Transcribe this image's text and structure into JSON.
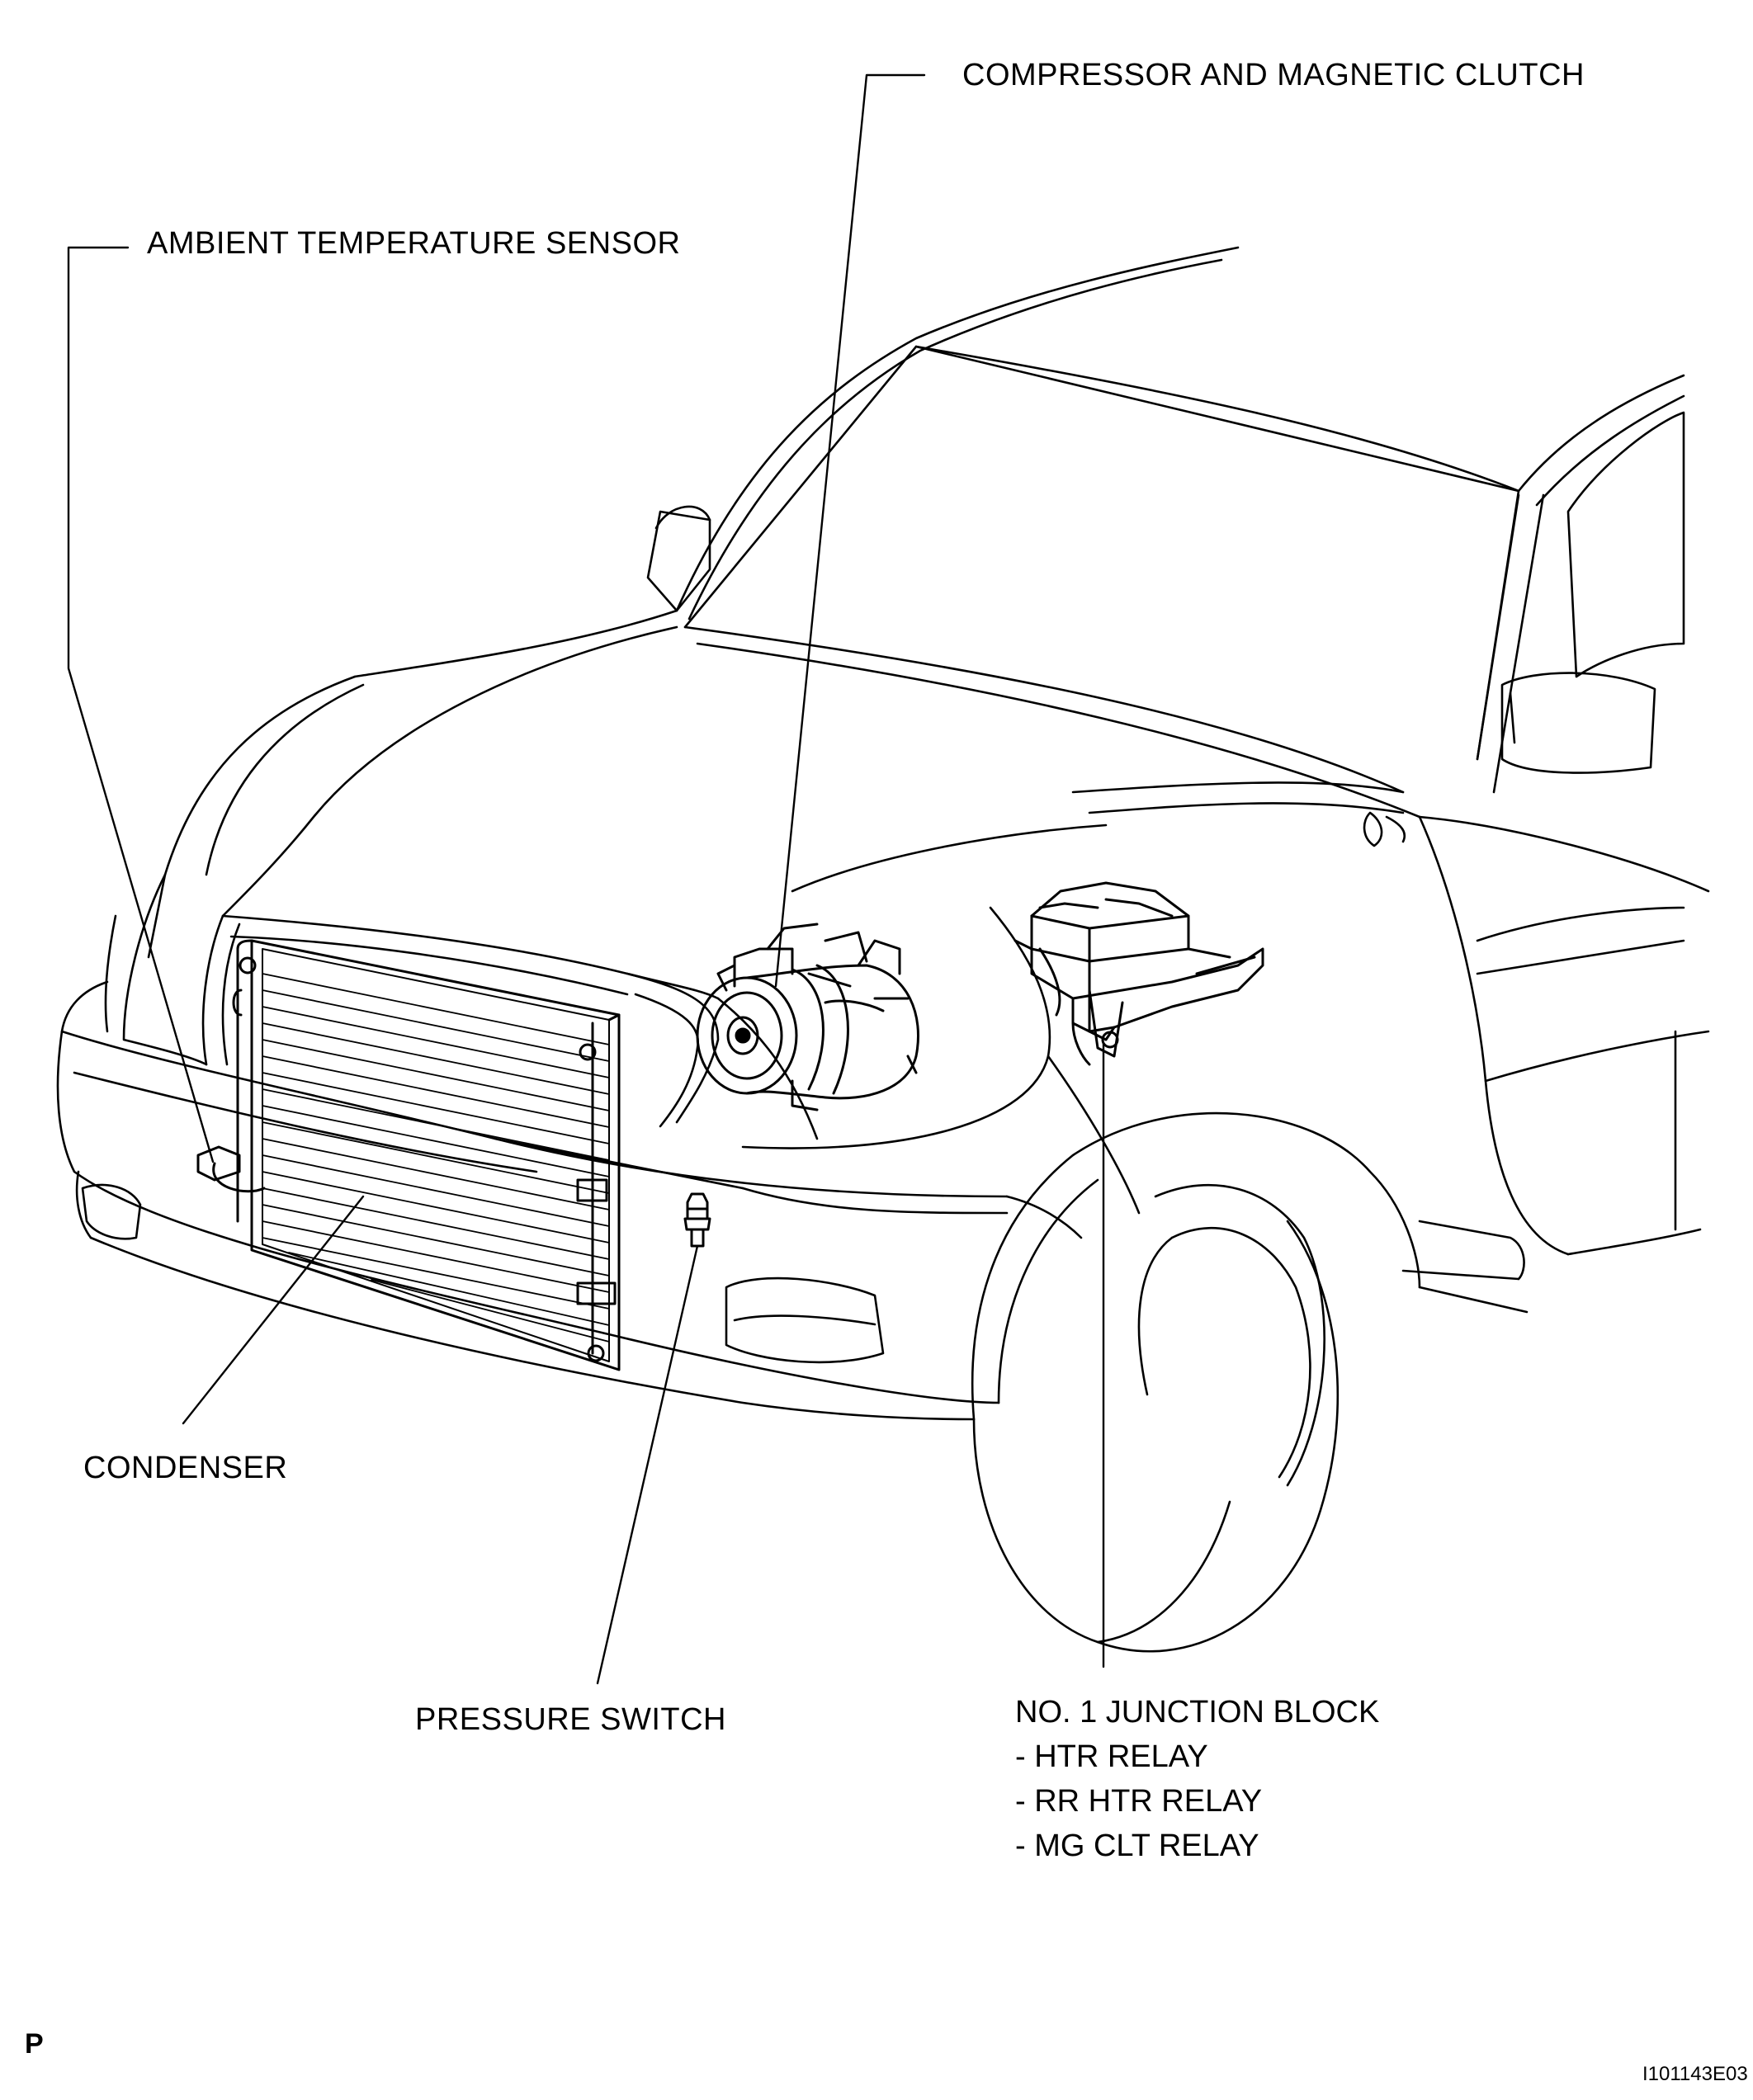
{
  "labels": {
    "compressor": "COMPRESSOR AND MAGNETIC CLUTCH",
    "ambient_sensor": "AMBIENT TEMPERATURE SENSOR",
    "condenser": "CONDENSER",
    "pressure_switch": "PRESSURE SWITCH",
    "junction_block": {
      "title": "NO. 1 JUNCTION BLOCK",
      "items": [
        "- HTR RELAY",
        "- RR HTR RELAY",
        "- MG CLT RELAY"
      ]
    }
  },
  "corner_mark": "P",
  "figure_code": "I101143E03"
}
